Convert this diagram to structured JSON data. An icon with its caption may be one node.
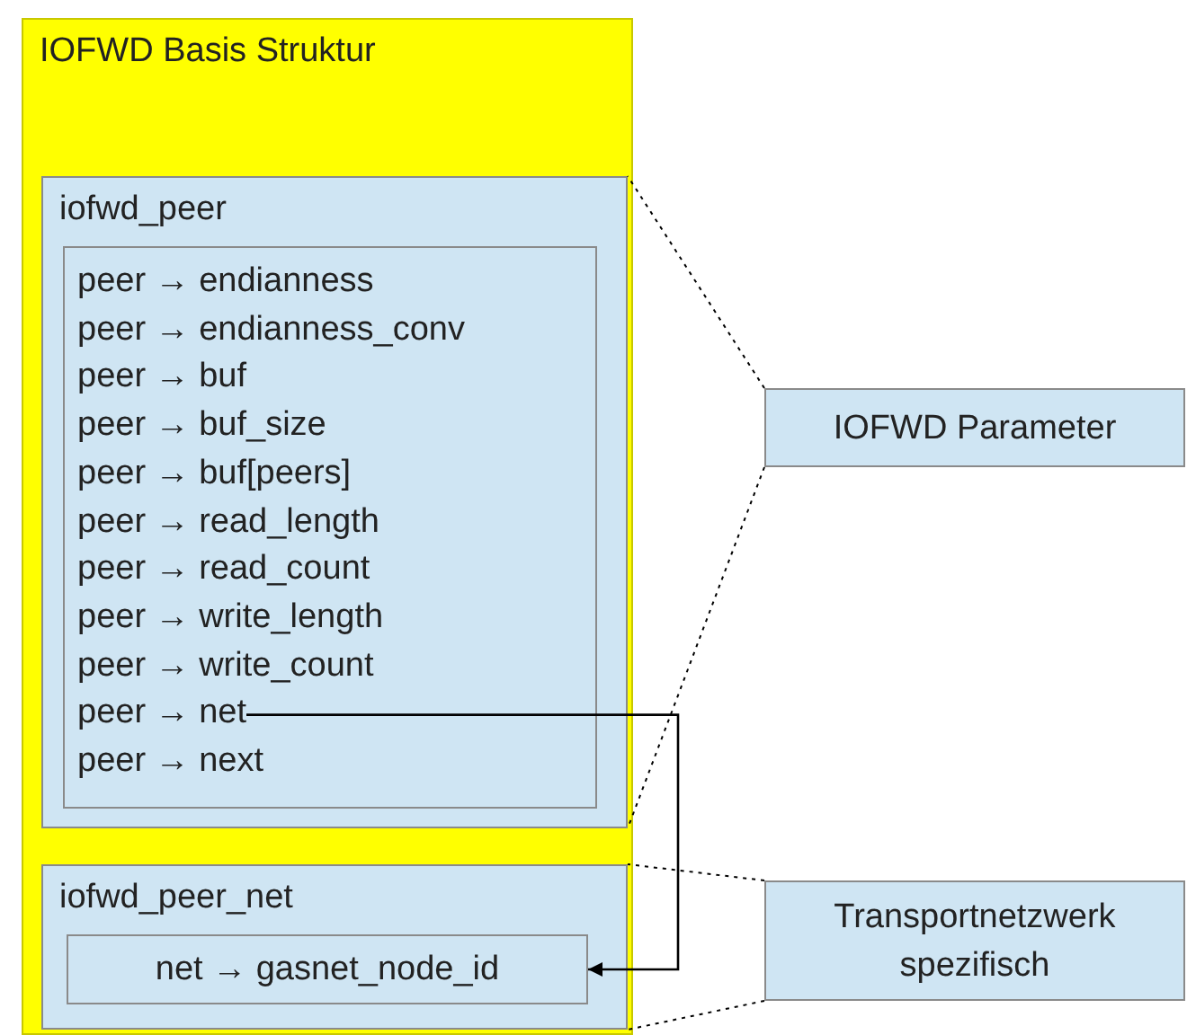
{
  "diagram": {
    "nodes": [
      {
        "text": [
          "IOFWD Basis Struktur"
        ]
      },
      {
        "text": [
          "iofwd_peer"
        ],
        "in": 0
      },
      {
        "text": [],
        "shape": "box",
        "in": 1
      },
      {
        "text": [
          "peer → endianness"
        ],
        "in": 2
      },
      {
        "text": [
          "peer → endianness_conv"
        ],
        "in": 2
      },
      {
        "text": [
          "peer → buf"
        ],
        "in": 2
      },
      {
        "text": [
          "peer → buf_size"
        ],
        "in": 2
      },
      {
        "text": [
          "peer → buf[peers]"
        ],
        "in": 2
      },
      {
        "text": [
          "peer → read_length"
        ],
        "in": 2
      },
      {
        "text": [
          "peer → read_count"
        ],
        "in": 2
      },
      {
        "text": [
          "peer → write_length"
        ],
        "in": 2
      },
      {
        "text": [
          "peer → write_count"
        ],
        "in": 2
      },
      {
        "text": [
          "peer → net"
        ],
        "in": 2
      },
      {
        "text": [
          "peer → next"
        ],
        "in": 2
      },
      {
        "text": [
          "iofwd_peer_net"
        ],
        "in": 0
      },
      {
        "text": [
          "net → gasnet_node_id"
        ],
        "in": 14
      },
      {
        "text": [
          "IOFWD Parameter"
        ]
      },
      {
        "text": [
          "Transportnetzwerk spezifisch"
        ]
      }
    ],
    "edges": [
      {
        "from": 12,
        "to": 15,
        "arrow": "to"
      },
      {
        "from": 16,
        "to": 1,
        "arrow": "none",
        "style": "dashed"
      },
      {
        "from": 16,
        "to": 1,
        "arrow": "none",
        "style": "dashed"
      },
      {
        "from": 17,
        "to": 14,
        "arrow": "none",
        "style": "dashed"
      },
      {
        "from": 17,
        "to": 14,
        "arrow": "none",
        "style": "dashed"
      }
    ]
  }
}
